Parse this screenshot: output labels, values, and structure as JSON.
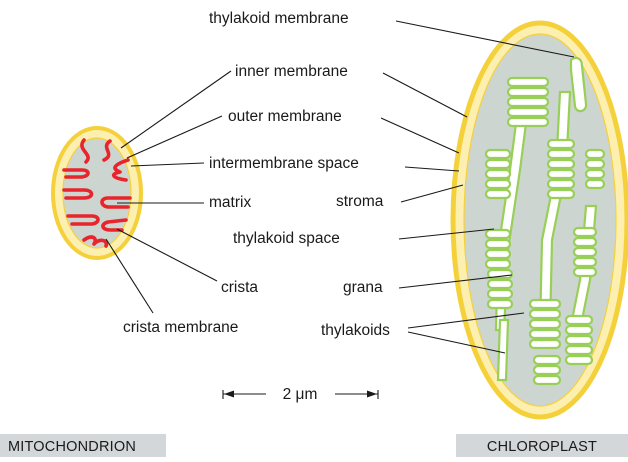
{
  "labels": {
    "thylakoid_membrane": "thylakoid membrane",
    "inner_membrane": "inner membrane",
    "outer_membrane": "outer membrane",
    "intermembrane_space": "intermembrane space",
    "matrix": "matrix",
    "stroma": "stroma",
    "thylakoid_space": "thylakoid space",
    "crista": "crista",
    "grana": "grana",
    "crista_membrane": "crista membrane",
    "thylakoids": "thylakoids"
  },
  "scale_bar": {
    "label": "2 μm"
  },
  "captions": {
    "mitochondrion": "MITOCHONDRION",
    "chloroplast": "CHLOROPLAST"
  },
  "colors": {
    "outer_membrane": "#f4d13b",
    "intermembrane_space": "#fdefb0",
    "interior": "#cdd5d1",
    "crista_membrane": "#e8242c",
    "thylakoid_membrane": "#98cf57",
    "caption_background": "#d3d7da"
  }
}
